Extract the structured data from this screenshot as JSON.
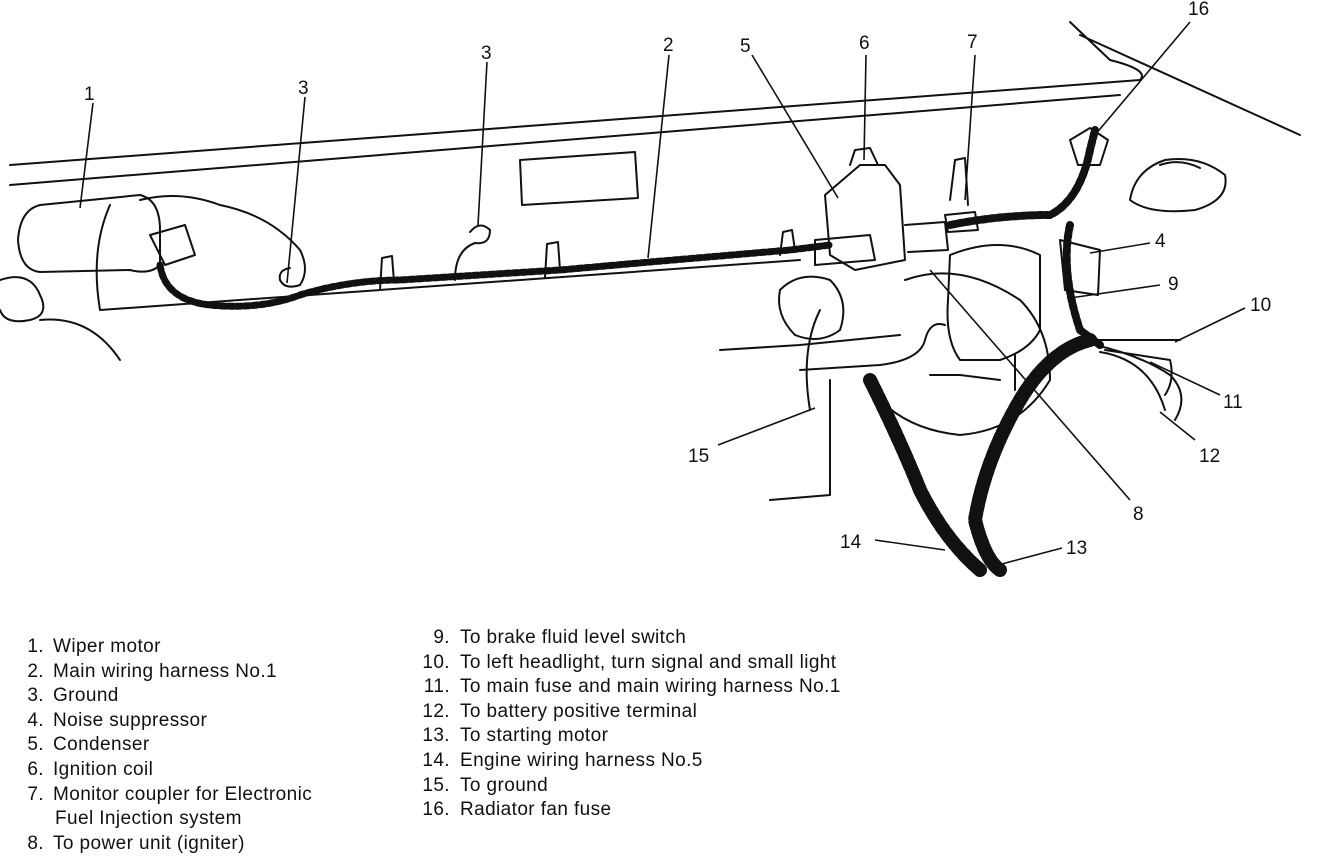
{
  "callouts": [
    "1",
    "2",
    "3",
    "3",
    "4",
    "5",
    "6",
    "7",
    "8",
    "9",
    "10",
    "11",
    "12",
    "13",
    "14",
    "15",
    "16"
  ],
  "legend": [
    {
      "num": "1.",
      "text": "Wiper motor"
    },
    {
      "num": "2.",
      "text": "Main wiring harness No.1"
    },
    {
      "num": "3.",
      "text": "Ground"
    },
    {
      "num": "4.",
      "text": "Noise suppressor"
    },
    {
      "num": "5.",
      "text": "Condenser"
    },
    {
      "num": "6.",
      "text": "Ignition coil"
    },
    {
      "num": "7.",
      "text": "Monitor coupler for Electronic",
      "text2": "Fuel Injection system"
    },
    {
      "num": "8.",
      "text": "To power unit (igniter)"
    },
    {
      "num": "9.",
      "text": "To brake fluid level switch"
    },
    {
      "num": "10.",
      "text": "To left headlight, turn signal and small light"
    },
    {
      "num": "11.",
      "text": "To main fuse and main wiring harness No.1"
    },
    {
      "num": "12.",
      "text": "To battery positive terminal"
    },
    {
      "num": "13.",
      "text": "To starting motor"
    },
    {
      "num": "14.",
      "text": "Engine wiring harness No.5"
    },
    {
      "num": "15.",
      "text": "To ground"
    },
    {
      "num": "16.",
      "text": "Radiator fan fuse"
    }
  ]
}
